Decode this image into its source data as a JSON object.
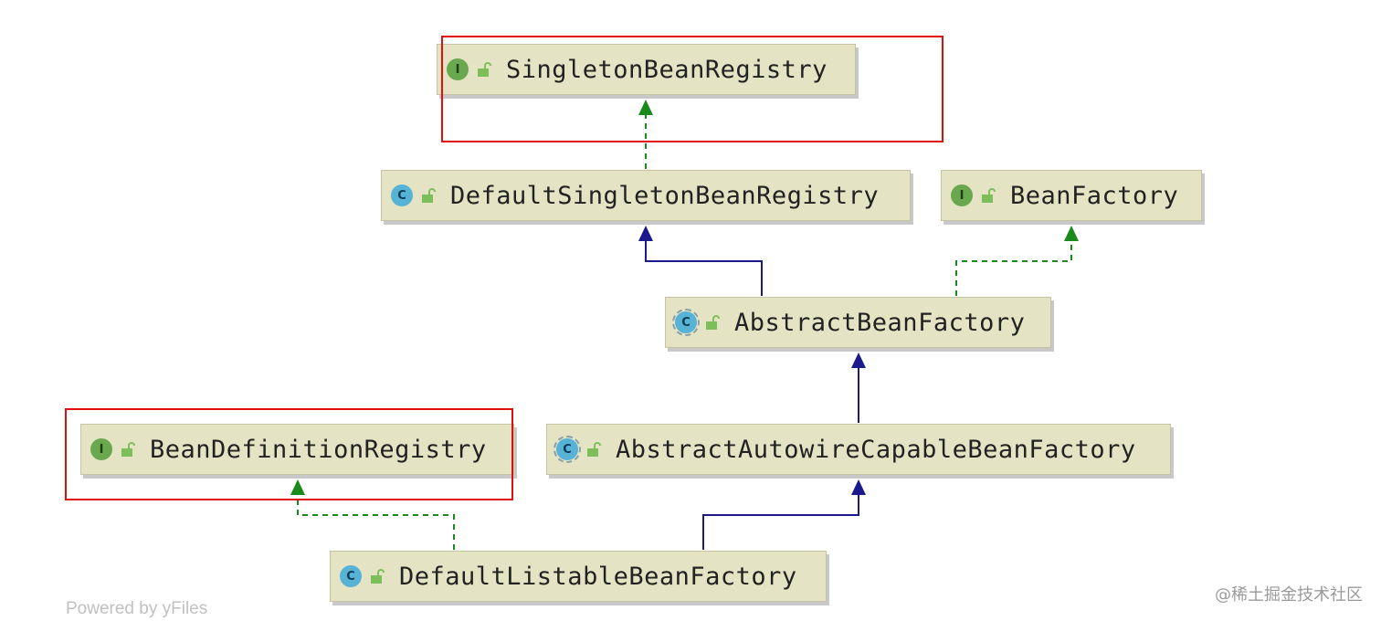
{
  "nodes": [
    {
      "id": "singleton",
      "kind": "interface",
      "badge": "I",
      "label": "SingletonBeanRegistry"
    },
    {
      "id": "defaultSingleton",
      "kind": "class",
      "badge": "C",
      "label": "DefaultSingletonBeanRegistry"
    },
    {
      "id": "beanFactory",
      "kind": "interface",
      "badge": "I",
      "label": "BeanFactory"
    },
    {
      "id": "abstractBeanFactory",
      "kind": "abstract",
      "badge": "C",
      "label": "AbstractBeanFactory"
    },
    {
      "id": "beanDefinitionRegistry",
      "kind": "interface",
      "badge": "I",
      "label": "BeanDefinitionRegistry"
    },
    {
      "id": "abstractAutowire",
      "kind": "abstract",
      "badge": "C",
      "label": "AbstractAutowireCapableBeanFactory"
    },
    {
      "id": "defaultListable",
      "kind": "class",
      "badge": "C",
      "label": "DefaultListableBeanFactory"
    }
  ],
  "edges": [
    {
      "from": "defaultSingleton",
      "to": "singleton",
      "type": "implements"
    },
    {
      "from": "abstractBeanFactory",
      "to": "defaultSingleton",
      "type": "extends"
    },
    {
      "from": "abstractBeanFactory",
      "to": "beanFactory",
      "type": "implements"
    },
    {
      "from": "abstractAutowire",
      "to": "abstractBeanFactory",
      "type": "extends"
    },
    {
      "from": "defaultListable",
      "to": "abstractAutowire",
      "type": "extends"
    },
    {
      "from": "defaultListable",
      "to": "beanDefinitionRegistry",
      "type": "implements"
    }
  ],
  "highlighted": [
    "singleton",
    "beanDefinitionRegistry"
  ],
  "colors": {
    "extends": "#1a1a8c",
    "implements": "#1a8a1a",
    "highlight": "#e01010",
    "node_fill": "#e4e4c4"
  },
  "footer": {
    "powered_by": "Powered by yFiles",
    "watermark": "@稀土掘金技术社区"
  }
}
